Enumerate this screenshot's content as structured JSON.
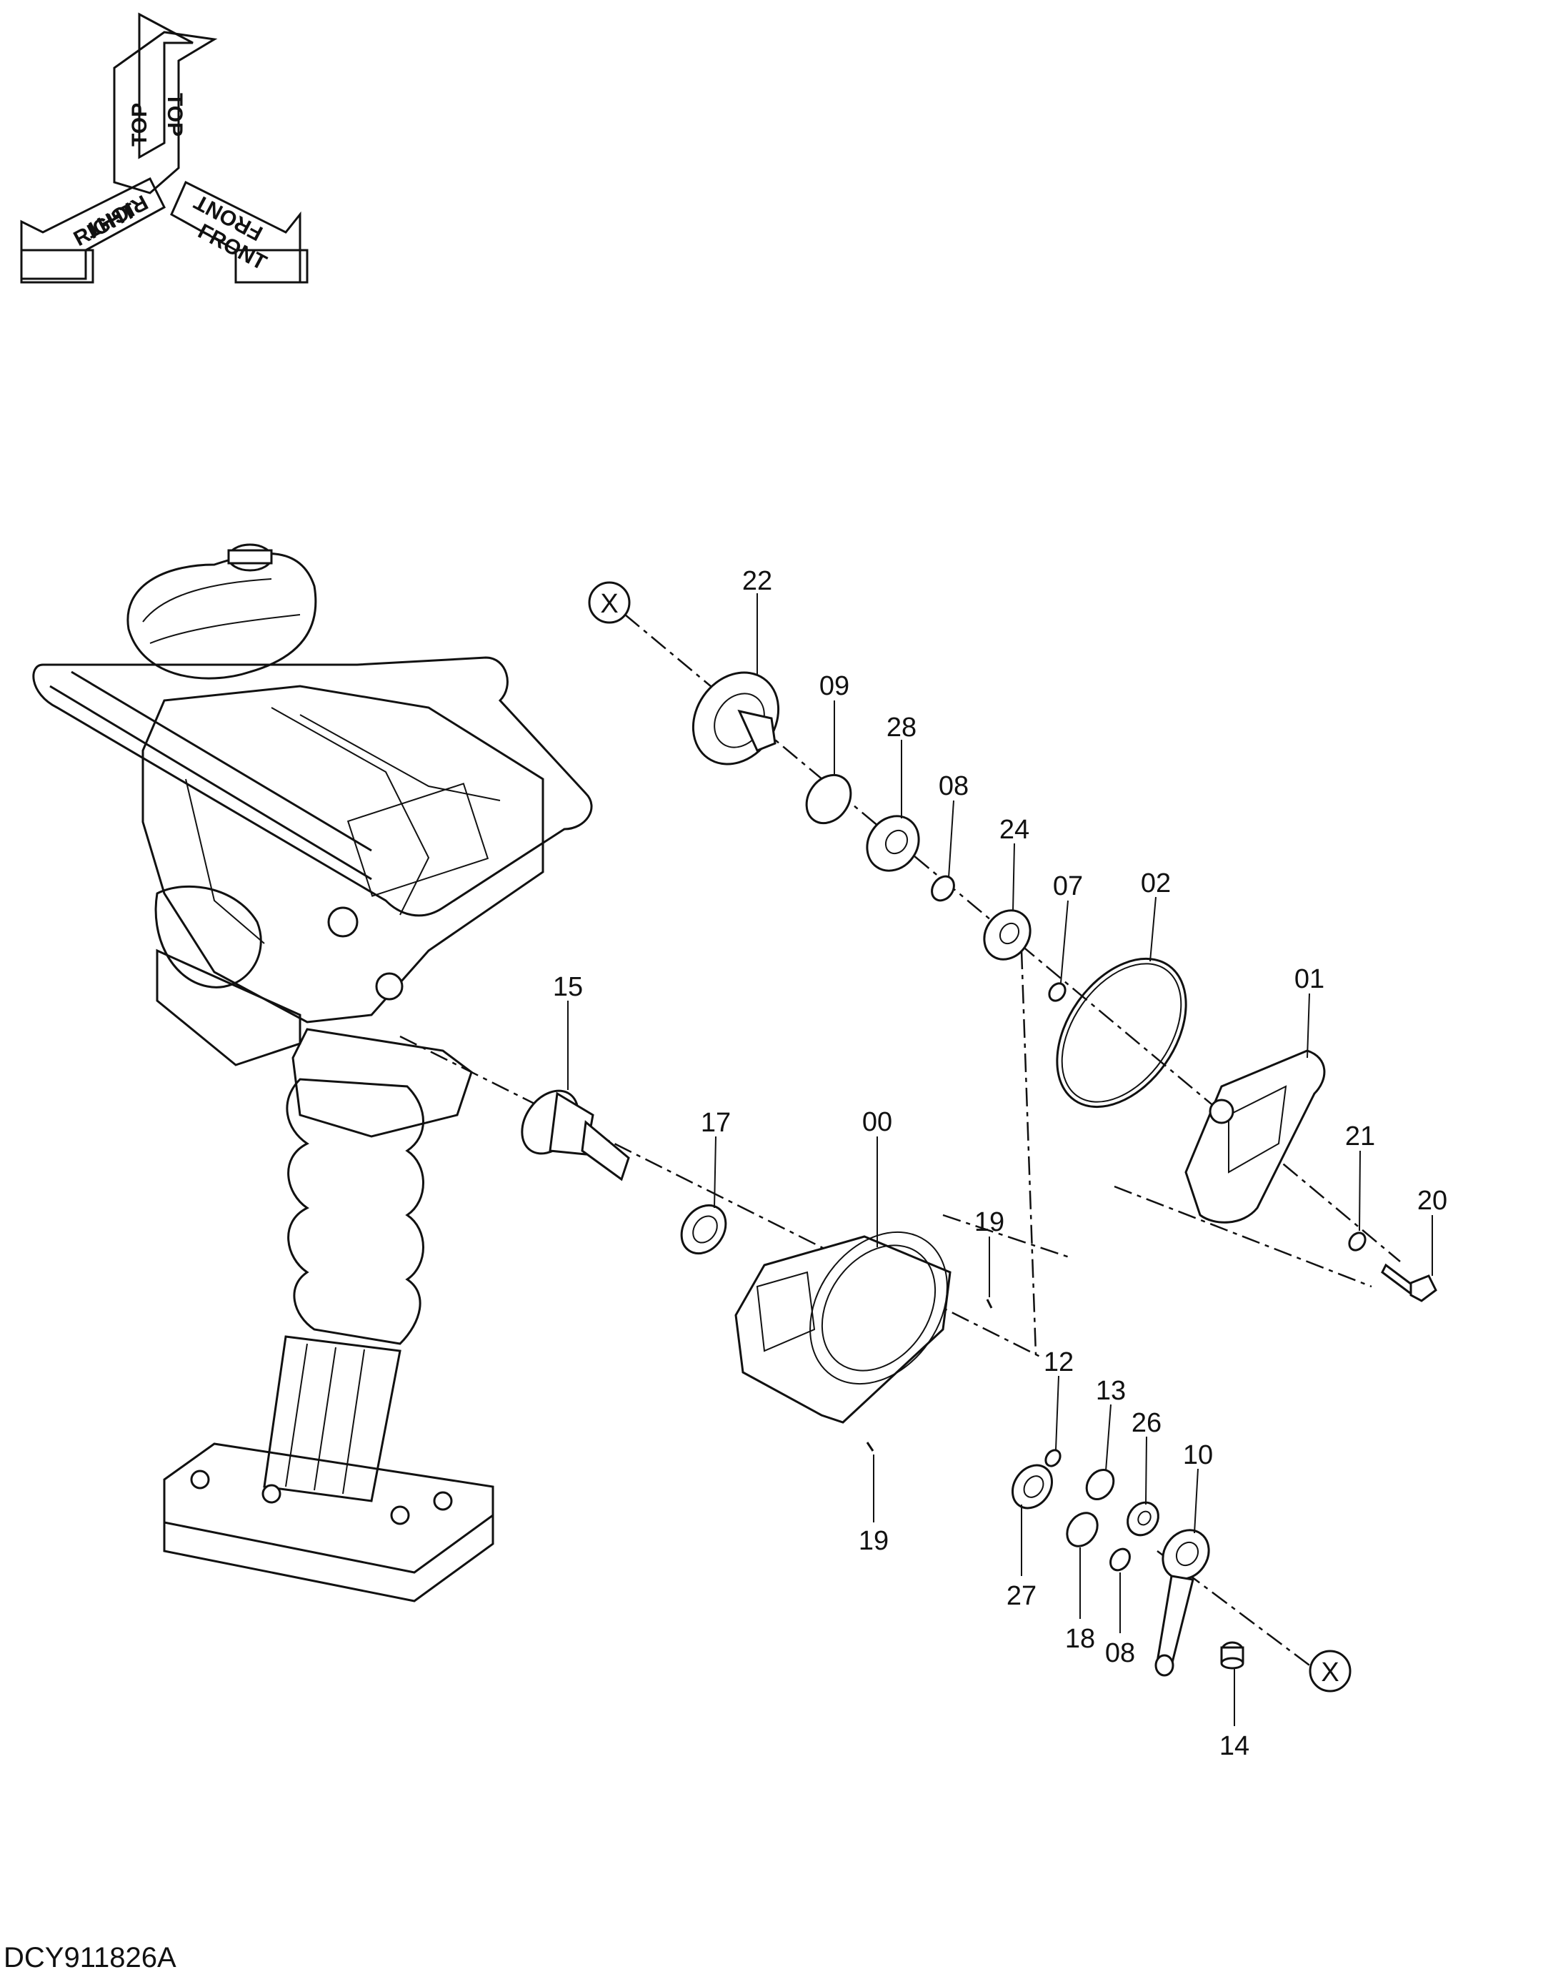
{
  "orientation": {
    "top_label": "TOP",
    "right_label": "RIGHT",
    "front_label": "FRONT"
  },
  "callouts": {
    "c22": "22",
    "c09": "09",
    "c28": "28",
    "c08a": "08",
    "c24": "24",
    "c07": "07",
    "c02": "02",
    "c01": "01",
    "c15": "15",
    "c17": "17",
    "c00": "00",
    "c19a": "19",
    "c21": "21",
    "c20": "20",
    "c12": "12",
    "c13": "13",
    "c26": "26",
    "c10": "10",
    "c19b": "19",
    "c27": "27",
    "c18": "18",
    "c08b": "08",
    "c14": "14",
    "x_marker": "X"
  },
  "document_code": "DCY911826A"
}
